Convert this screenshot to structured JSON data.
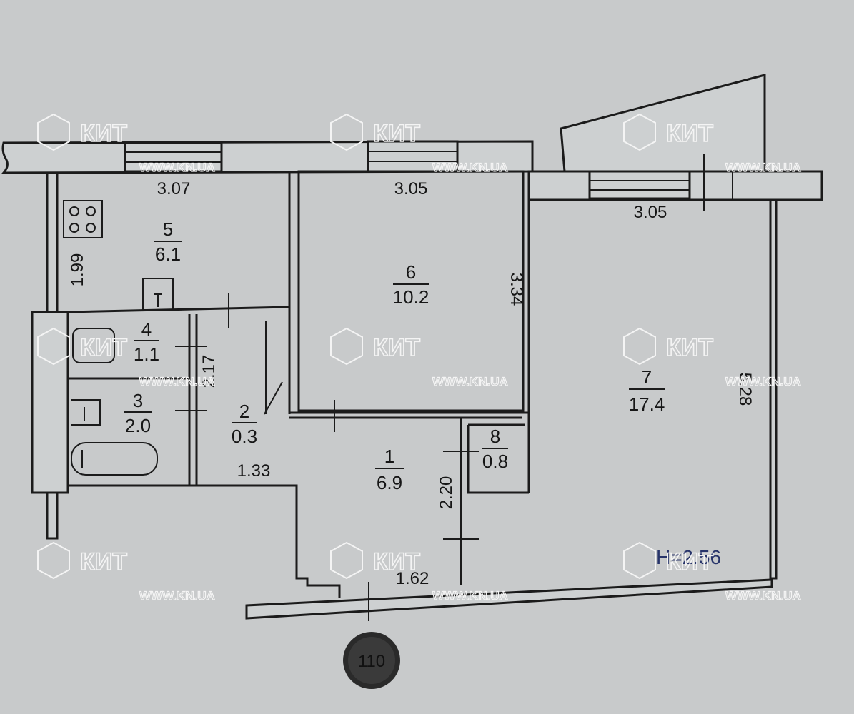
{
  "plan": {
    "rooms": [
      {
        "number": "1",
        "area": "6.9"
      },
      {
        "number": "2",
        "area": "0.3"
      },
      {
        "number": "3",
        "area": "2.0"
      },
      {
        "number": "4",
        "area": "1.1"
      },
      {
        "number": "5",
        "area": "6.1"
      },
      {
        "number": "6",
        "area": "10.2"
      },
      {
        "number": "7",
        "area": "17.4"
      },
      {
        "number": "8",
        "area": "0.8"
      }
    ],
    "dimensions": {
      "kitchen_width": "3.07",
      "kitchen_depth": "1.99",
      "room6_width": "3.05",
      "room6_depth": "3.34",
      "room7_width": "3.05",
      "room7_depth": "5.28",
      "corridor_depth": "2.17",
      "corridor_width": "1.33",
      "hall_depth": "2.20",
      "hall_width": "1.62"
    },
    "ceiling_height": "H=2.56",
    "badge": "110"
  },
  "watermark": {
    "brand": "КИТ",
    "url": "WWW.KN.UA"
  },
  "colors": {
    "background": "#c8cacb",
    "lines": "#1b1b1b",
    "watermark": "#f4f4f4",
    "height_text": "#27346a"
  }
}
